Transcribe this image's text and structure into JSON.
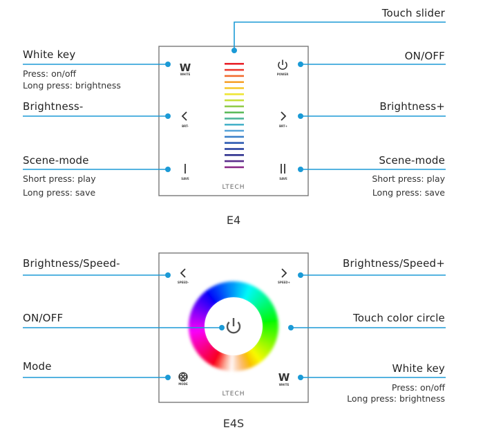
{
  "panels": [
    {
      "id": "E4",
      "caption": "E4",
      "brand": "LTECH",
      "left_callouts": [
        {
          "title": "White key",
          "lines": [
            "Press: on/off",
            "Long press: brightness"
          ]
        },
        {
          "title": "Brightness-",
          "lines": []
        },
        {
          "title": "Scene-mode",
          "lines": [
            "Short press: play",
            "Long press: save"
          ]
        }
      ],
      "right_callouts": [
        {
          "title": "Touch slider",
          "lines": []
        },
        {
          "title": "ON/OFF",
          "lines": []
        },
        {
          "title": "Brightness+",
          "lines": []
        },
        {
          "title": "Scene-mode",
          "lines": [
            "Short press: play",
            "Long press: save"
          ]
        }
      ],
      "button_labels": {
        "white": "WHITE",
        "power": "POWER",
        "brt_minus": "BRT-",
        "brt_plus": "BRT+",
        "save_left": "SAVE",
        "save_right": "SAVE"
      },
      "slider_colors": [
        "#e8232a",
        "#ee3a2f",
        "#f26b2e",
        "#f6a12c",
        "#f7c92e",
        "#eee535",
        "#c7df3b",
        "#92cc4a",
        "#5dbb5b",
        "#4db59a",
        "#47b2c9",
        "#5aa6da",
        "#3b7fc9",
        "#2a58b0",
        "#28409f",
        "#2d2f8e",
        "#5a2c8b",
        "#8b2a88"
      ],
      "accent_color": "#1b9ad6"
    },
    {
      "id": "E4S",
      "caption": "E4S",
      "brand": "LTECH",
      "left_callouts": [
        {
          "title": "Brightness/Speed-",
          "lines": []
        },
        {
          "title": "ON/OFF",
          "lines": []
        },
        {
          "title": "Mode",
          "lines": []
        }
      ],
      "right_callouts": [
        {
          "title": "Brightness/Speed+",
          "lines": []
        },
        {
          "title": "Touch color circle",
          "lines": []
        },
        {
          "title": "White key",
          "lines": [
            "Press: on/off",
            "Long press: brightness"
          ]
        }
      ],
      "button_labels": {
        "speed_minus": "SPEED-",
        "speed_plus": "SPEED+",
        "mode": "MODE",
        "white": "WHITE"
      },
      "accent_color": "#1b9ad6"
    }
  ],
  "icons": {
    "white": "W",
    "chevron_left": "<",
    "chevron_right": ">",
    "play": "I",
    "pause": "II"
  }
}
